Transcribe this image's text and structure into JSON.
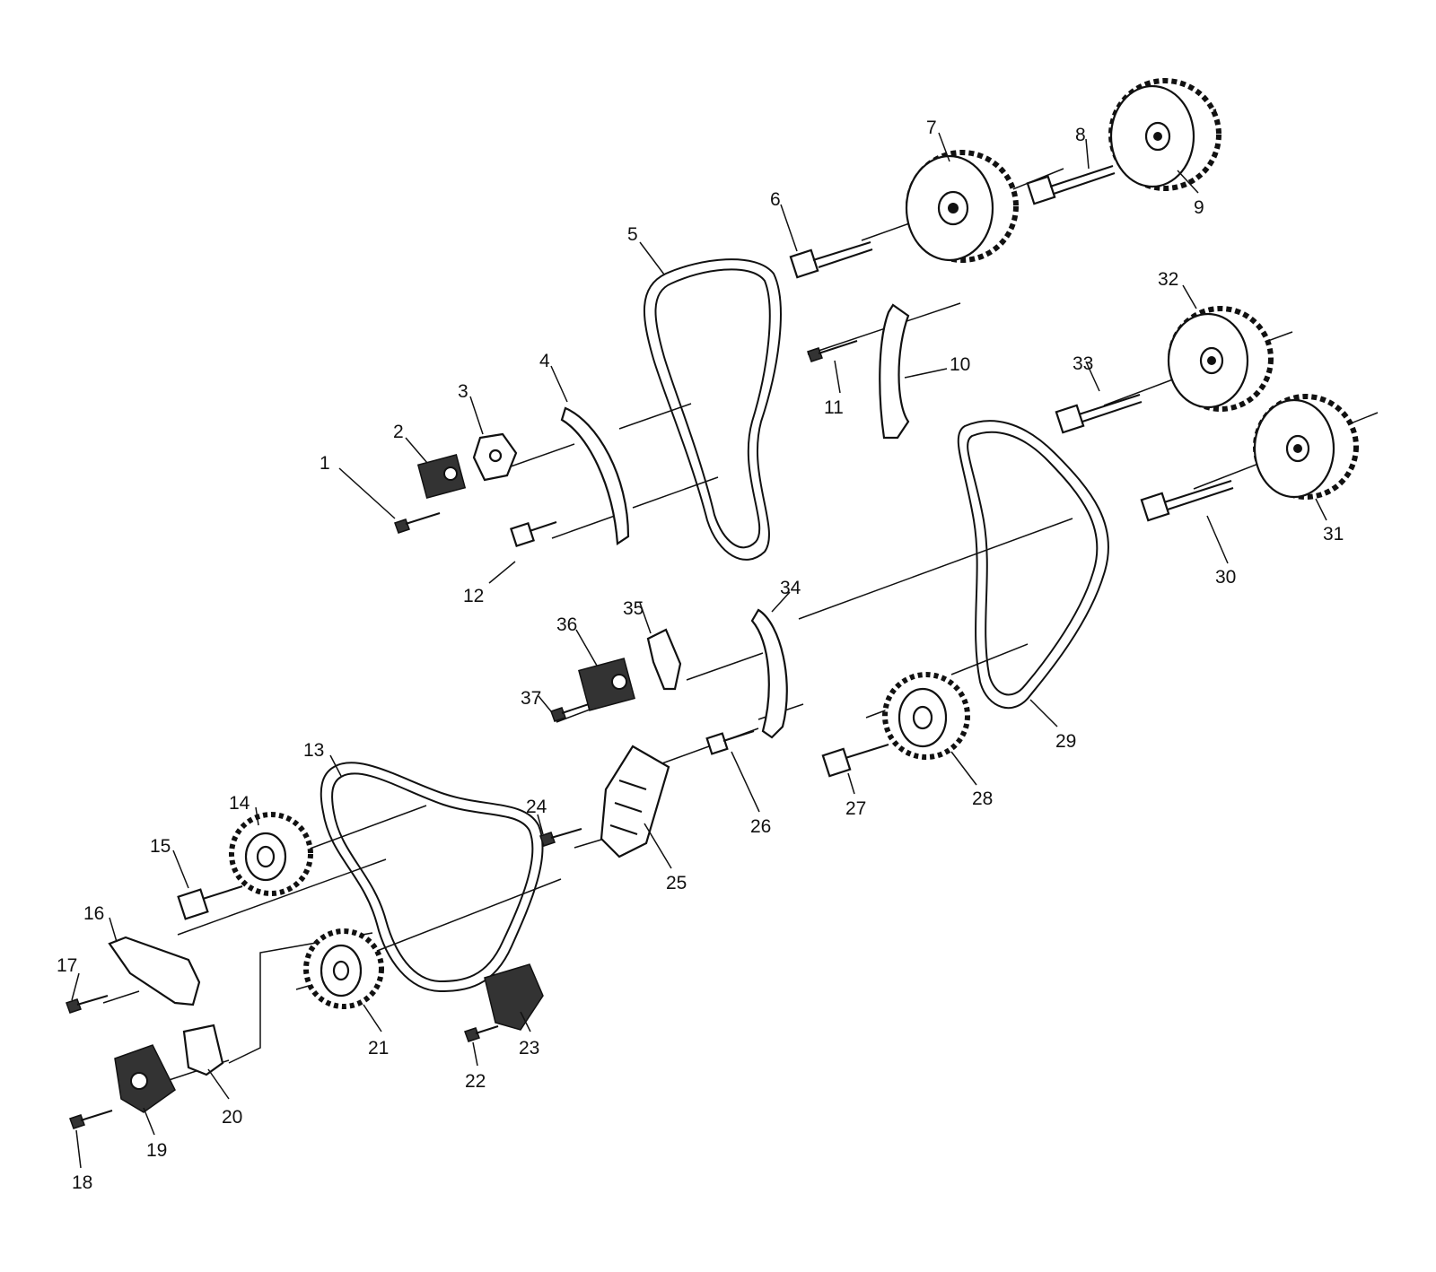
{
  "parts": [
    {
      "id": 1,
      "label": "1"
    },
    {
      "id": 2,
      "label": "2"
    },
    {
      "id": 3,
      "label": "3"
    },
    {
      "id": 4,
      "label": "4"
    },
    {
      "id": 5,
      "label": "5"
    },
    {
      "id": 6,
      "label": "6"
    },
    {
      "id": 7,
      "label": "7"
    },
    {
      "id": 8,
      "label": "8"
    },
    {
      "id": 9,
      "label": "9"
    },
    {
      "id": 10,
      "label": "10"
    },
    {
      "id": 11,
      "label": "11"
    },
    {
      "id": 12,
      "label": "12"
    },
    {
      "id": 13,
      "label": "13"
    },
    {
      "id": 14,
      "label": "14"
    },
    {
      "id": 15,
      "label": "15"
    },
    {
      "id": 16,
      "label": "16"
    },
    {
      "id": 17,
      "label": "17"
    },
    {
      "id": 18,
      "label": "18"
    },
    {
      "id": 19,
      "label": "19"
    },
    {
      "id": 20,
      "label": "20"
    },
    {
      "id": 21,
      "label": "21"
    },
    {
      "id": 22,
      "label": "22"
    },
    {
      "id": 23,
      "label": "23"
    },
    {
      "id": 24,
      "label": "24"
    },
    {
      "id": 25,
      "label": "25"
    },
    {
      "id": 26,
      "label": "26"
    },
    {
      "id": 27,
      "label": "27"
    },
    {
      "id": 28,
      "label": "28"
    },
    {
      "id": 29,
      "label": "29"
    },
    {
      "id": 30,
      "label": "30"
    },
    {
      "id": 31,
      "label": "31"
    },
    {
      "id": 32,
      "label": "32"
    },
    {
      "id": 33,
      "label": "33"
    },
    {
      "id": 34,
      "label": "34"
    },
    {
      "id": 35,
      "label": "35"
    },
    {
      "id": 36,
      "label": "36"
    },
    {
      "id": 37,
      "label": "37"
    }
  ]
}
